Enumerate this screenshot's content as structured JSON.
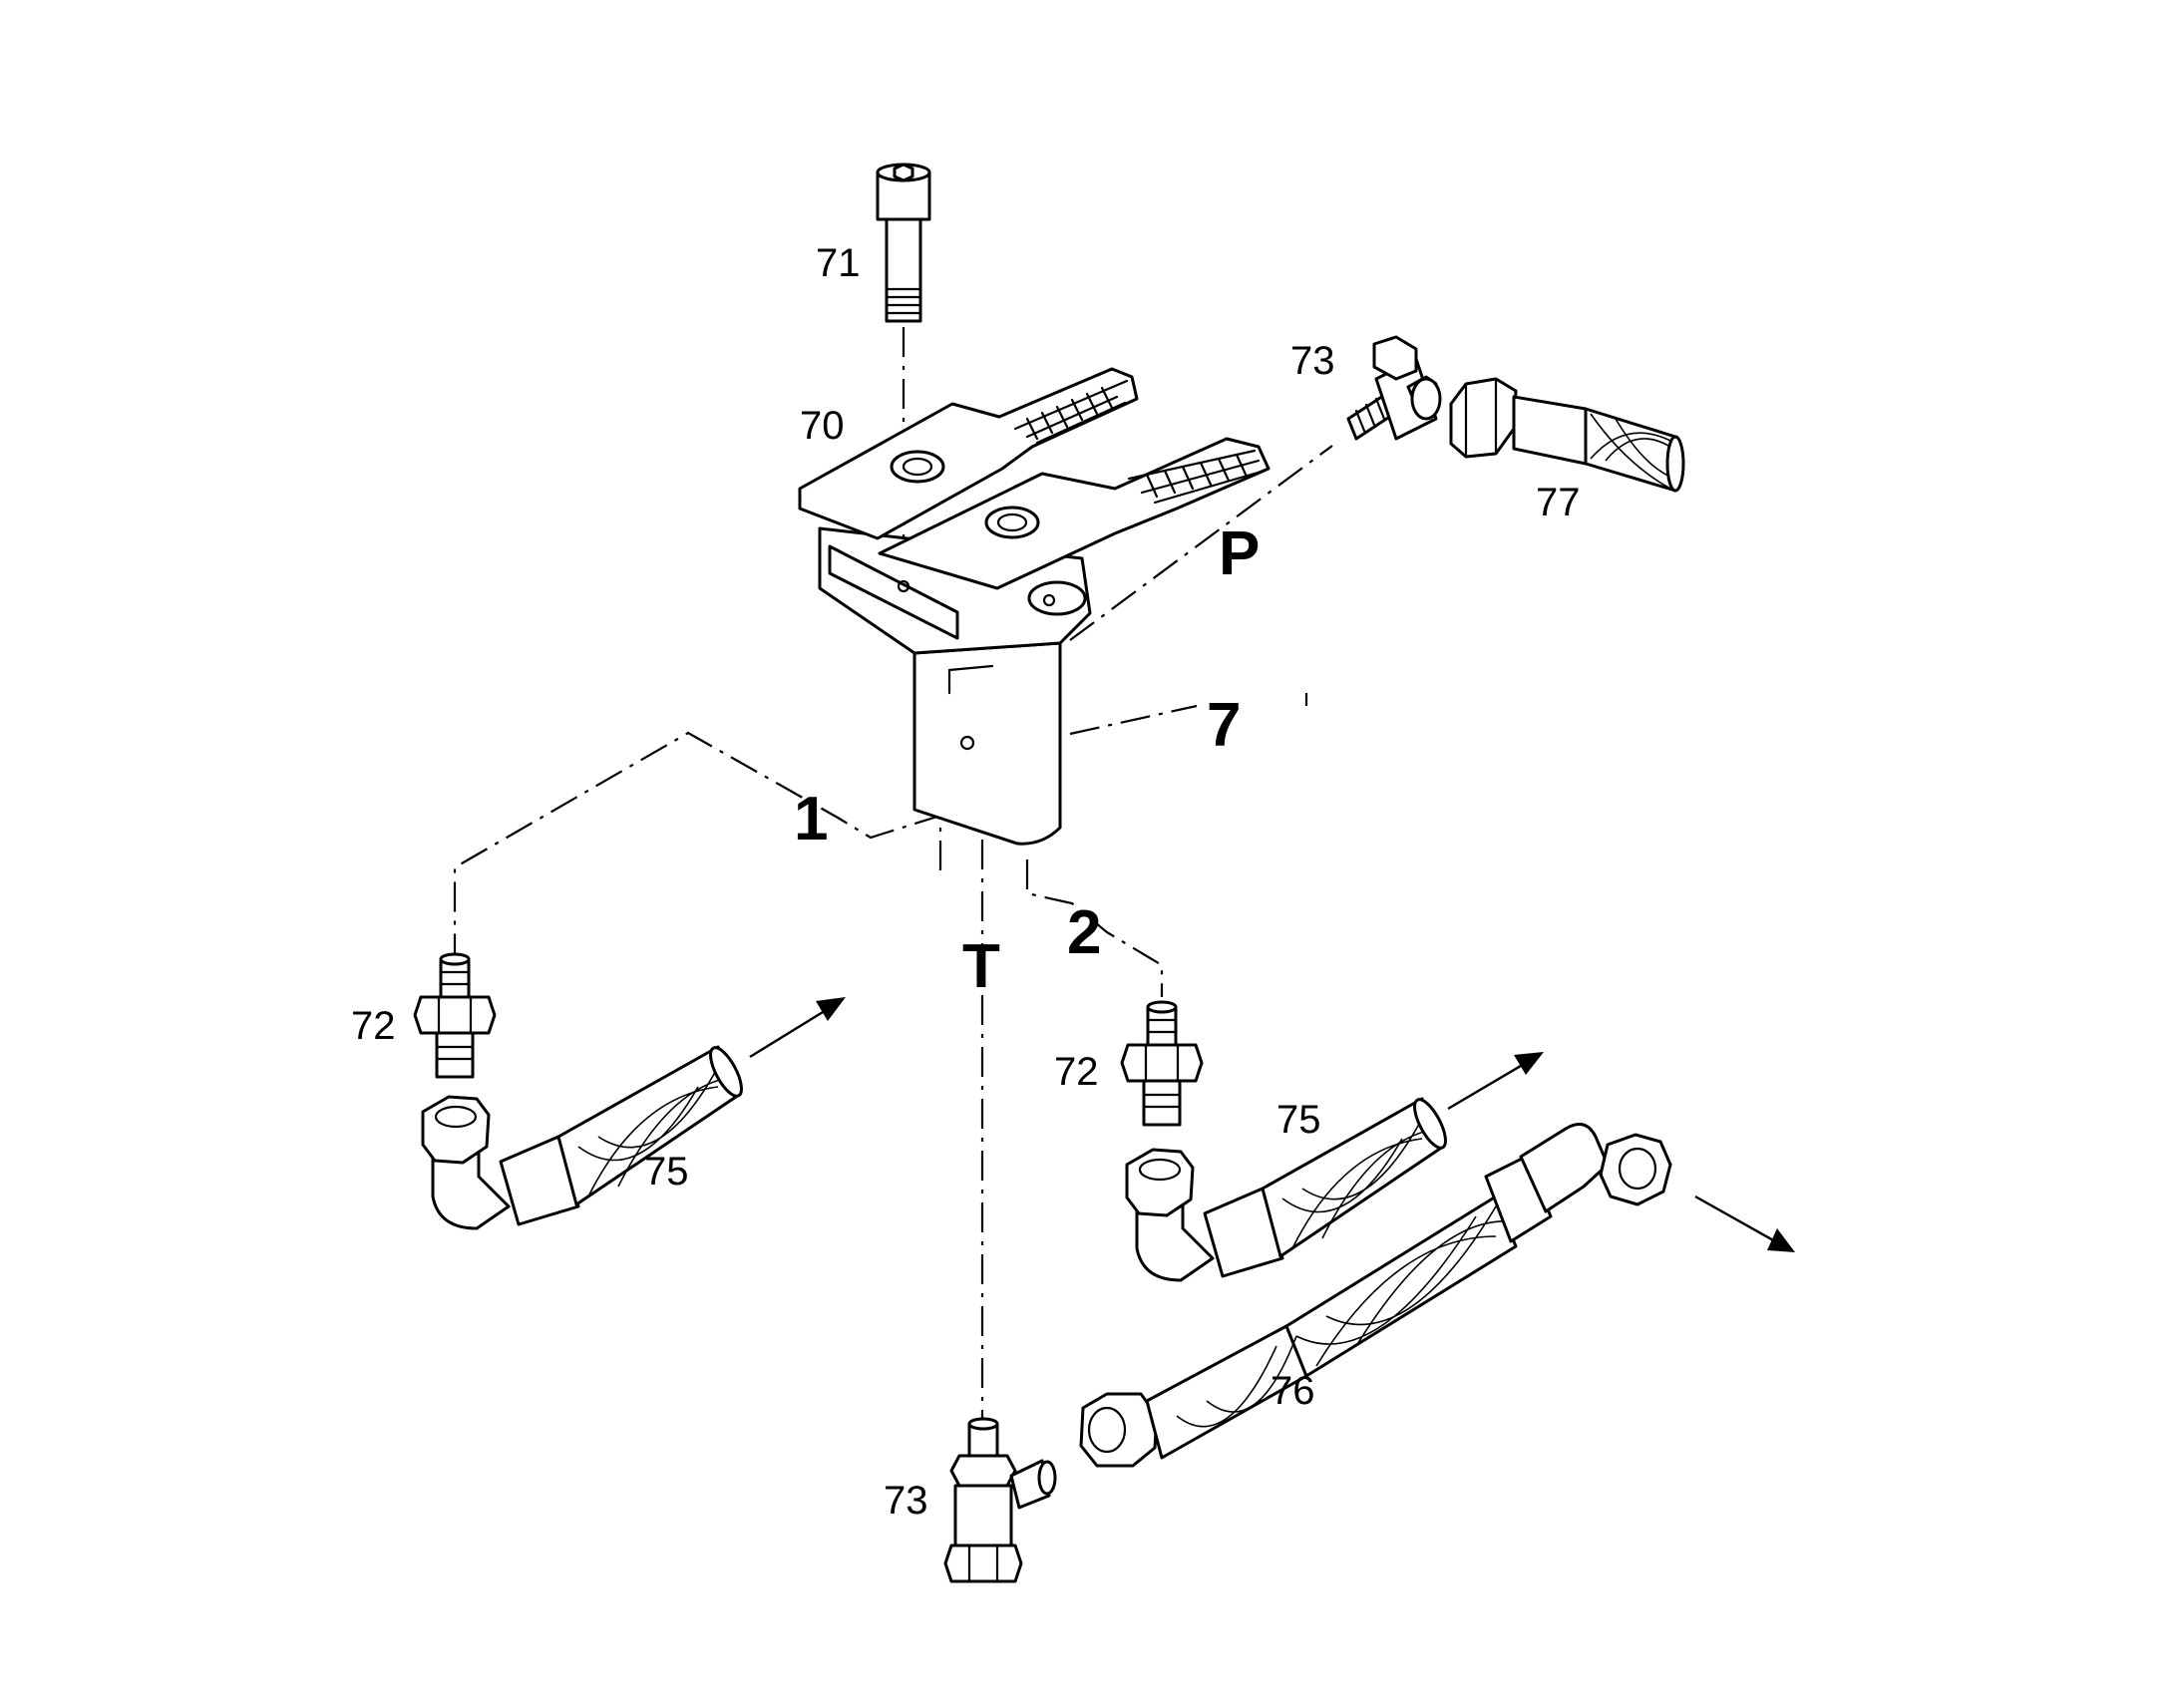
{
  "diagram": {
    "callouts": {
      "bolt": "71",
      "lever_assembly": "70",
      "elbow_fitting_top": "73",
      "hose_upper_right": "77",
      "adapter_left": "72",
      "adapter_right": "72",
      "hose_left": "75",
      "hose_right": "75",
      "hose_long": "76",
      "tee_fitting_bottom": "73"
    },
    "ports": {
      "pressure": "P",
      "tank": "T",
      "port_one": "1",
      "port_two": "2",
      "valve": "7"
    }
  }
}
